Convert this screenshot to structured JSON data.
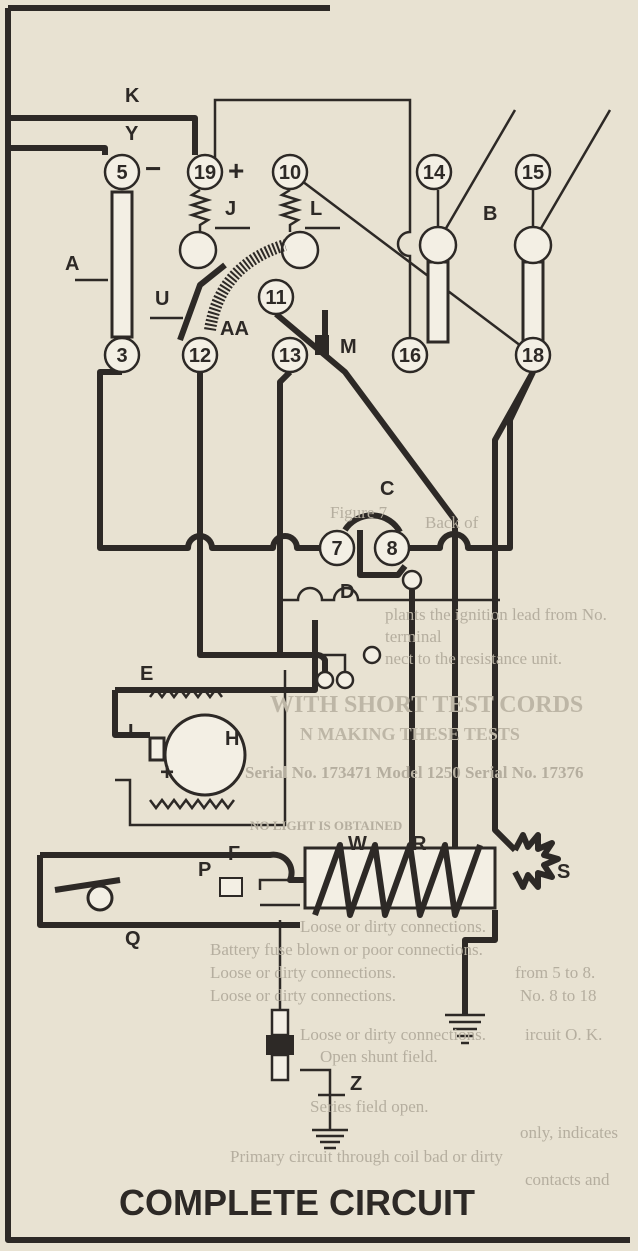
{
  "caption": "COMPLETE CIRCUIT",
  "terminals": {
    "t5": "5",
    "t19": "19",
    "t10": "10",
    "t14": "14",
    "t15": "15",
    "t3": "3",
    "t12": "12",
    "t13": "13",
    "t16": "16",
    "t18": "18",
    "t11": "11",
    "t7": "7",
    "t8": "8"
  },
  "labels": {
    "K": "K",
    "Y": "Y",
    "A": "A",
    "J": "J",
    "L": "L",
    "B": "B",
    "U": "U",
    "AA": "AA",
    "M": "M",
    "C": "C",
    "D": "D",
    "E": "E",
    "H": "H",
    "I": "I",
    "F": "F",
    "P": "P",
    "Q": "Q",
    "W": "W",
    "R": "R",
    "S": "S",
    "Z": "Z",
    "minus": "−",
    "plus": "+",
    "gen_plus": "+"
  },
  "bleed_through": {
    "figure": "Figure 7",
    "back": "Back of",
    "line1": "plants the ignition lead from No.",
    "line2": "terminal",
    "line3": "nect to the resistance unit.",
    "heading1": "WITH SHORT TEST CORDS",
    "heading2": "N MAKING THESE TESTS",
    "serial": "Serial No. 173471  Model 1250  Serial No. 17376",
    "col1": "NO LIGHT IS OBTAINED",
    "r1": "Loose or dirty connections.",
    "r2": "Battery fuse blown or poor connections.",
    "r3": "Loose or dirty connections.",
    "r4": "Loose or dirty connections.",
    "r5": "Loose or dirty connections.",
    "r6": "Open shunt field.",
    "r7": "Series field open.",
    "r8": "Primary circuit through coil bad or dirty",
    "l1": "from 5 to 8.",
    "l2": "No. 8 to 18",
    "l3": "ircuit O. K.",
    "l4": "only, indicates",
    "l5": "contacts  and"
  }
}
